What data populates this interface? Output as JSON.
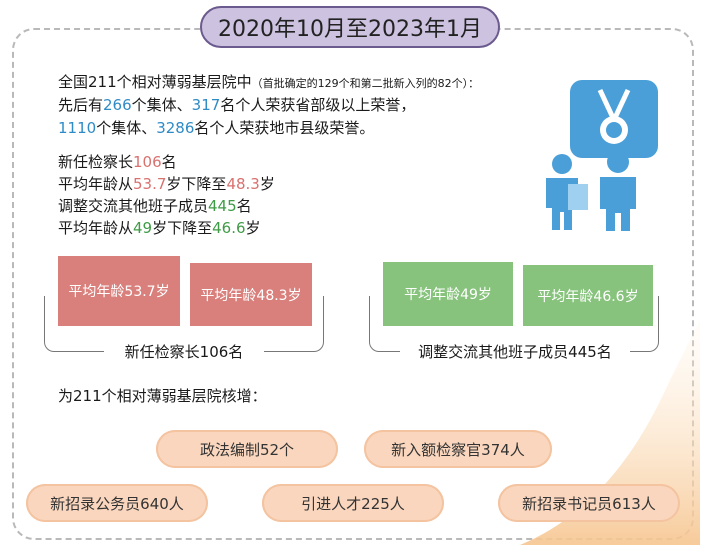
{
  "title": "2020年10月至2023年1月",
  "intro": {
    "line1_main": "全国211个相对薄弱基层院中",
    "line1_note": "（首批确定的129个和第二批新入列的82个）：",
    "line2_a": "先后有",
    "line2_n1": "266",
    "line2_b": "个集体、",
    "line2_n2": "317",
    "line2_c": "名个人荣获省部级以上荣誉，",
    "line3_n1": "1110",
    "line3_a": "个集体、",
    "line3_n2": "3286",
    "line3_b": "名个人荣获地市县级荣誉。"
  },
  "stats": {
    "s1_a": "新任检察长",
    "s1_n": "106",
    "s1_b": "名",
    "s2_a": "平均年龄从",
    "s2_n1": "53.7",
    "s2_b": "岁下降至",
    "s2_n2": "48.3",
    "s2_c": "岁",
    "s3_a": "调整交流其他班子成员",
    "s3_n": "445",
    "s3_b": "名",
    "s4_a": "平均年龄从",
    "s4_n1": "49",
    "s4_b": "岁下降至",
    "s4_n2": "46.6",
    "s4_c": "岁"
  },
  "chart_data": [
    {
      "type": "bar",
      "categories": [
        "平均年龄53.7岁",
        "平均年龄48.3岁"
      ],
      "values": [
        53.7,
        48.3
      ],
      "title": "新任检察长106名",
      "color": "#d9807d"
    },
    {
      "type": "bar",
      "categories": [
        "平均年龄49岁",
        "平均年龄46.6岁"
      ],
      "values": [
        49,
        46.6
      ],
      "title": "调整交流其他班子成员445名",
      "color": "#87c37d"
    }
  ],
  "staffing": {
    "heading": "为211个相对薄弱基层院核增：",
    "items": [
      "政法编制52个",
      "新入额检察官374人",
      "新招录公务员640人",
      "引进人才225人",
      "新招录书记员613人"
    ]
  },
  "colors": {
    "accent_red": "#d9716f",
    "accent_blue": "#2f8bc6",
    "accent_green": "#3f9b46",
    "pill_fill": "#f9d6bd",
    "title_fill": "#cdc2e0"
  },
  "icons": [
    "medal-icon",
    "people-icon"
  ]
}
